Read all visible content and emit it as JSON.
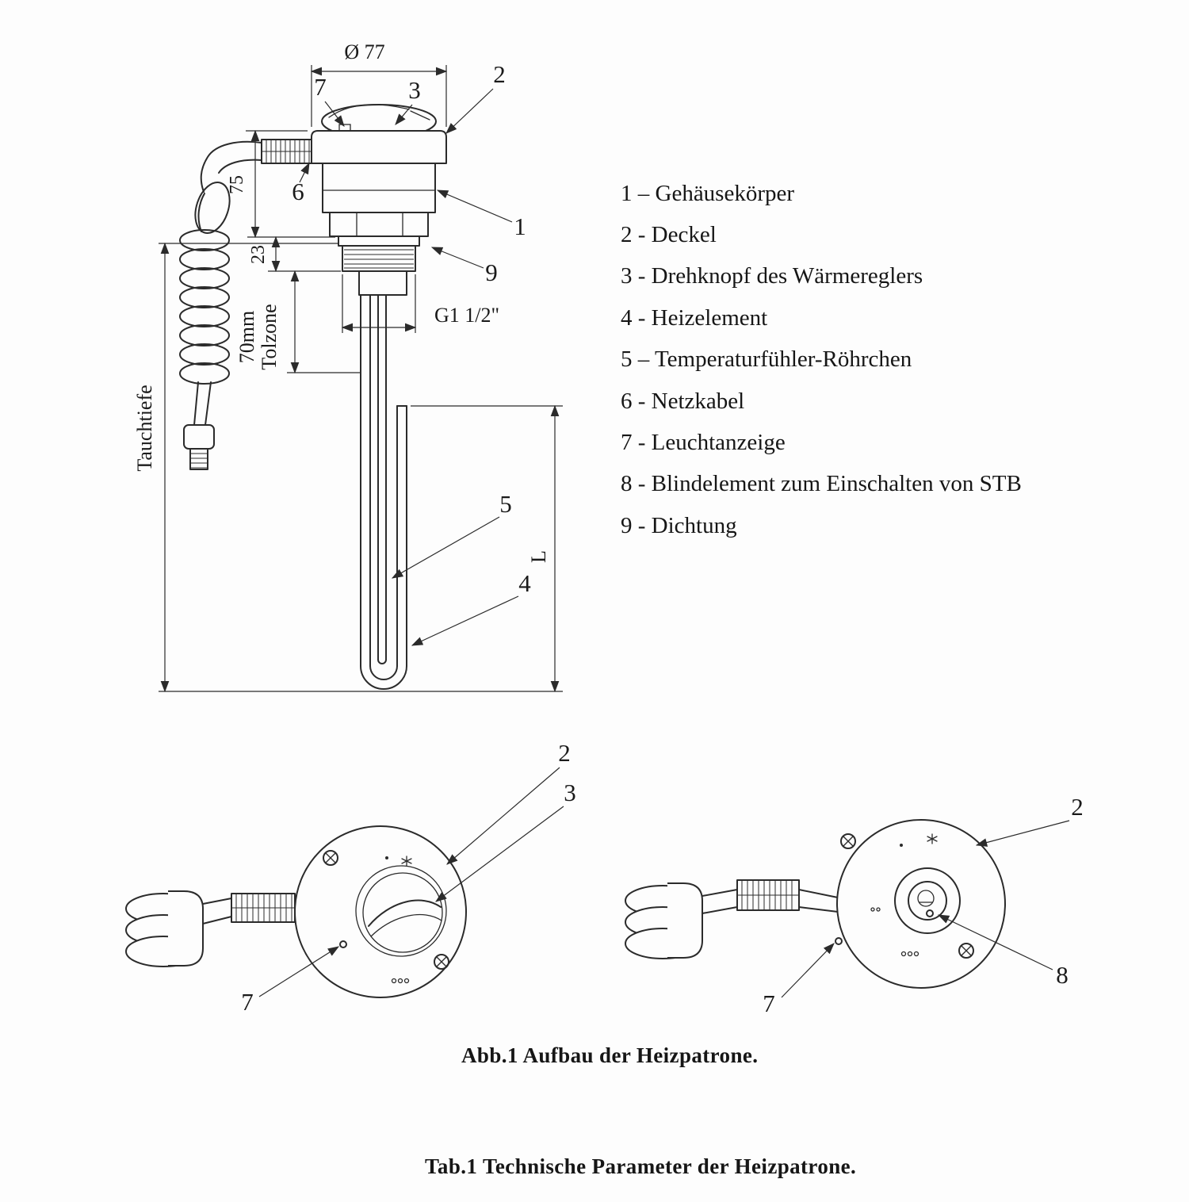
{
  "page": {
    "background": "#fdfdfd",
    "line_color": "#2b2b2b",
    "fig_caption": "Abb.1 Aufbau der Heizpatrone.",
    "tab_caption": "Tab.1 Technische Parameter der Heizpatrone."
  },
  "legend": {
    "items": [
      "1 – Gehäusekörper",
      "2 - Deckel",
      "3 - Drehknopf des Wärmereglers",
      "4 - Heizelement",
      "5 – Temperaturfühler-Röhrchen",
      "6 - Netzkabel",
      "7 - Leuchtanzeige",
      "8 - Blindelement zum Einschalten von STB",
      "9 - Dichtung"
    ]
  },
  "dimensions": {
    "diameter": "Ø 77",
    "head_height": "75",
    "thread_height": "23",
    "tolzone_value": "70mm",
    "tolzone_label": "Tolzone",
    "immersion_depth": "Tauchtiefe",
    "thread_size": "G1 1/2\"",
    "element_length": "L"
  },
  "callouts": {
    "side_view": {
      "deckel": "2",
      "leuchtanzeige": "7",
      "drehknopf": "3",
      "netzkabel": "6",
      "gehaeuse": "1",
      "dichtung": "9",
      "fuehler": "5",
      "heizelement": "4"
    },
    "front_view": {
      "deckel": "2",
      "drehknopf": "3",
      "leuchtanzeige": "7"
    },
    "back_view": {
      "deckel": "2",
      "blindelement": "8",
      "leuchtanzeige": "7"
    }
  }
}
